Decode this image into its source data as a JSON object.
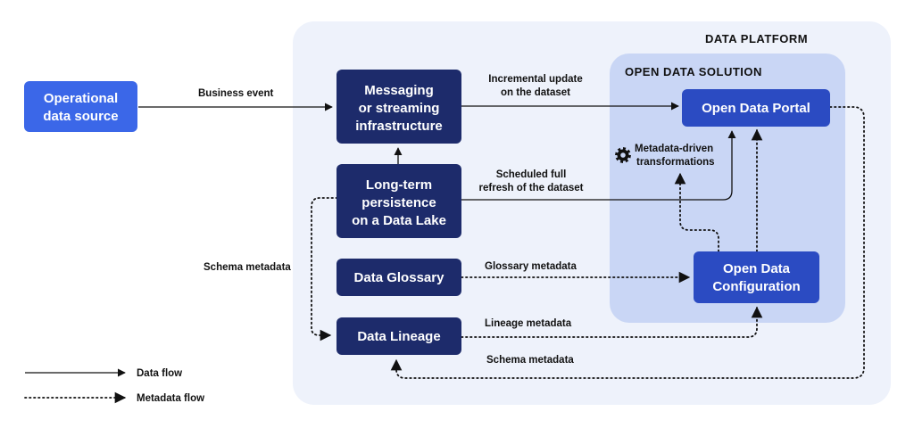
{
  "regions": {
    "platform_title": "DATA PLATFORM",
    "solution_title": "OPEN DATA SOLUTION"
  },
  "nodes": {
    "operational": [
      "Operational",
      "data source"
    ],
    "messaging": [
      "Messaging",
      "or streaming",
      "infrastructure"
    ],
    "longterm": [
      "Long-term",
      "persistence",
      "on a Data Lake"
    ],
    "glossary": [
      "Data Glossary"
    ],
    "lineage": [
      "Data Lineage"
    ],
    "portal": [
      "Open Data Portal"
    ],
    "configuration": [
      "Open Data",
      "Configuration"
    ]
  },
  "edges": {
    "business_event": [
      "Business event"
    ],
    "incremental_update": [
      "Incremental update",
      "on the dataset"
    ],
    "scheduled_refresh": [
      "Scheduled full",
      "refresh of the dataset"
    ],
    "metadata_transformations": [
      "Metadata-driven",
      "transformations"
    ],
    "glossary_metadata": [
      "Glossary metadata"
    ],
    "lineage_metadata": [
      "Lineage metadata"
    ],
    "schema_metadata_left": [
      "Schema metadata"
    ],
    "schema_metadata_bottom": [
      "Schema metadata"
    ]
  },
  "legend": {
    "data_flow": "Data flow",
    "metadata_flow": "Metadata flow"
  },
  "icons": {
    "transformations": "gear-icon"
  },
  "colors": {
    "platform_background": "#eef2fb",
    "solution_background": "#c9d6f5",
    "dark_node": "#1d2b6b",
    "mid_node": "#2b4bc2",
    "source_node": "#3b67e8"
  }
}
